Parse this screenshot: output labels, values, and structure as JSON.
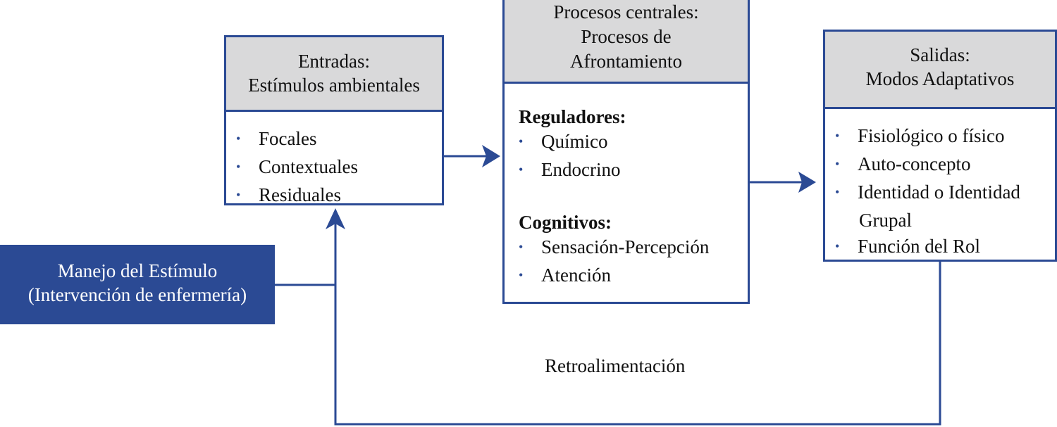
{
  "colors": {
    "accent": "#2b4a94",
    "header_bg": "#d9d9da"
  },
  "inputs": {
    "title_line1": "Entradas:",
    "title_line2": "Estímulos ambientales",
    "items": [
      "Focales",
      "Contextuales",
      "Residuales"
    ]
  },
  "central": {
    "title_line1": "Procesos centrales:",
    "title_line2": "Procesos de",
    "title_line3": "Afrontamiento",
    "sections": [
      {
        "title": "Reguladores:",
        "items": [
          "Químico",
          "Endocrino"
        ]
      },
      {
        "title": "Cognitivos:",
        "items": [
          "Sensación-Percepción",
          "Atención"
        ]
      }
    ]
  },
  "outputs": {
    "title_line1": "Salidas:",
    "title_line2": "Modos Adaptativos",
    "items": [
      "Fisiológico o físico",
      "Auto-concepto",
      "Identidad o Identidad",
      "Función del Rol"
    ],
    "item3_continuation": "Grupal"
  },
  "intervention": {
    "line1": "Manejo del Estímulo",
    "line2": "(Intervención de enfermería)"
  },
  "feedback": {
    "label": "Retroalimentación"
  },
  "bullet_symbol": "•"
}
